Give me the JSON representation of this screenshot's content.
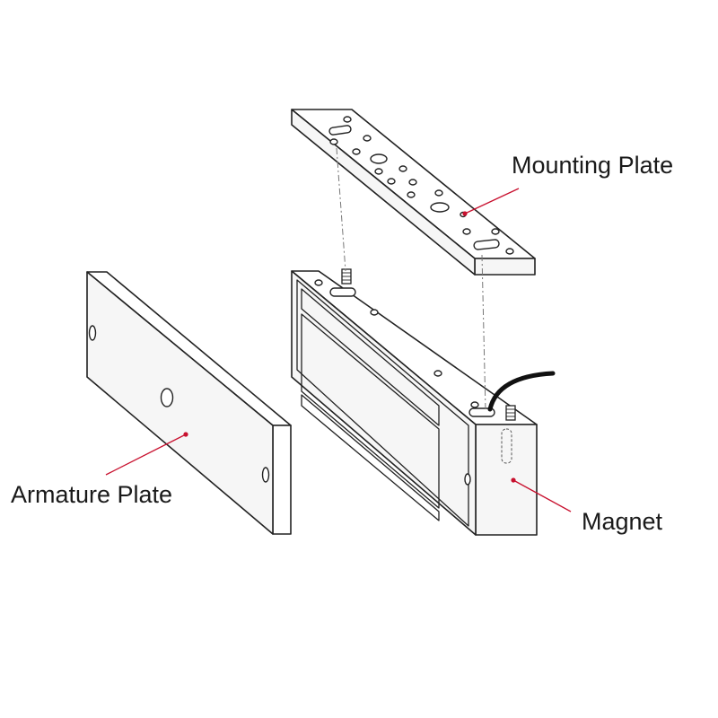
{
  "labels": {
    "mounting_plate": "Mounting Plate",
    "armature_plate": "Armature Plate",
    "magnet": "Magnet"
  },
  "colors": {
    "leader": "#c8102e",
    "line": "#222222",
    "background": "#ffffff"
  }
}
